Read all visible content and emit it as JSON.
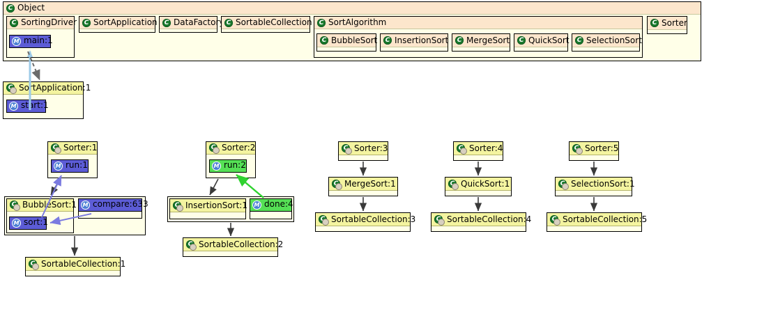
{
  "diagram": {
    "title": "Object",
    "kind": "uml-object-diagram",
    "colors": {
      "class_header": "#fce6cc",
      "instance_header": "#f4f4a0",
      "body": "#ffffe8",
      "selection_blue": "#5c5cd6",
      "selection_green": "#55e055",
      "method_icon": "#4a7fd4",
      "class_icon": "#1a7a2e",
      "call_arrow_black": "#3a3a3a",
      "call_arrow_blue": "#7b7be0",
      "call_arrow_green": "#2fd22f",
      "lifeline_blue": "#9dcbe8"
    },
    "icons": {
      "class": "class-icon",
      "instance": "instance-icon",
      "method": "method-icon"
    }
  },
  "object_container": {
    "label": "Object",
    "classes": [
      {
        "name": "SortingDriver",
        "methods": [
          {
            "label": "main:1",
            "state": "selected-blue"
          }
        ]
      },
      {
        "name": "SortApplication",
        "methods": []
      },
      {
        "name": "DataFactory",
        "methods": []
      },
      {
        "name": "SortableCollection",
        "methods": []
      }
    ],
    "sort_algorithm": {
      "name": "SortAlgorithm",
      "subclasses": [
        {
          "name": "BubbleSort"
        },
        {
          "name": "InsertionSort"
        },
        {
          "name": "MergeSort"
        },
        {
          "name": "QuickSort"
        },
        {
          "name": "SelectionSort"
        }
      ]
    },
    "sorter_class": {
      "name": "Sorter"
    }
  },
  "instances": {
    "sort_application": {
      "label": "SortApplication:1",
      "methods": [
        {
          "label": "start:1",
          "state": "selected-blue"
        }
      ]
    },
    "column1": {
      "sorter": {
        "label": "Sorter:1",
        "methods": [
          {
            "label": "run:1",
            "state": "selected-blue"
          }
        ]
      },
      "algorithm": {
        "label": "BubbleSort:1",
        "methods": [
          {
            "label": "sort:1",
            "state": "selected-blue"
          }
        ]
      },
      "extra_method": {
        "label": "compare:633",
        "state": "selected-blue"
      },
      "collection": {
        "label": "SortableCollection:1"
      }
    },
    "column2": {
      "sorter": {
        "label": "Sorter:2",
        "methods": [
          {
            "label": "run:2",
            "state": "selected-green"
          }
        ]
      },
      "algorithm": {
        "label": "InsertionSort:1",
        "methods": []
      },
      "extra_method": {
        "label": "done:4",
        "state": "selected-green"
      },
      "collection": {
        "label": "SortableCollection:2"
      }
    },
    "column3": {
      "sorter": {
        "label": "Sorter:3"
      },
      "algorithm": {
        "label": "MergeSort:1"
      },
      "collection": {
        "label": "SortableCollection:3"
      }
    },
    "column4": {
      "sorter": {
        "label": "Sorter:4"
      },
      "algorithm": {
        "label": "QuickSort:1"
      },
      "collection": {
        "label": "SortableCollection:4"
      }
    },
    "column5": {
      "sorter": {
        "label": "Sorter:5"
      },
      "algorithm": {
        "label": "SelectionSort:1"
      },
      "collection": {
        "label": "SortableCollection:5"
      }
    }
  }
}
